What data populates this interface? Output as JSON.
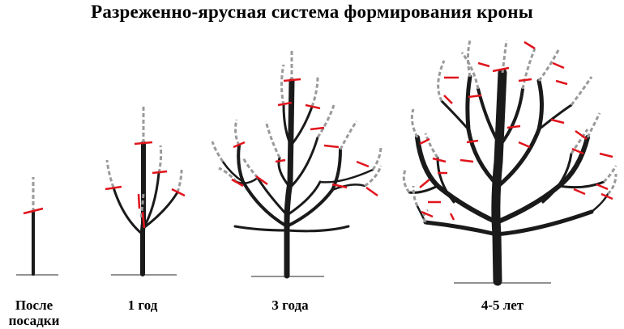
{
  "title": "Разреженно-ярусная система формирования кроны",
  "stages": [
    {
      "label_lines": [
        "После",
        "посадки"
      ]
    },
    {
      "label_lines": [
        "1 год"
      ]
    },
    {
      "label_lines": [
        "3 года"
      ]
    },
    {
      "label_lines": [
        "4-5 лет"
      ]
    }
  ],
  "colors": {
    "branch": "#1a1a1a",
    "removed_growth": "#9a9a9a",
    "cut_mark": "#e0141c",
    "ground": "#6e6e6e"
  }
}
